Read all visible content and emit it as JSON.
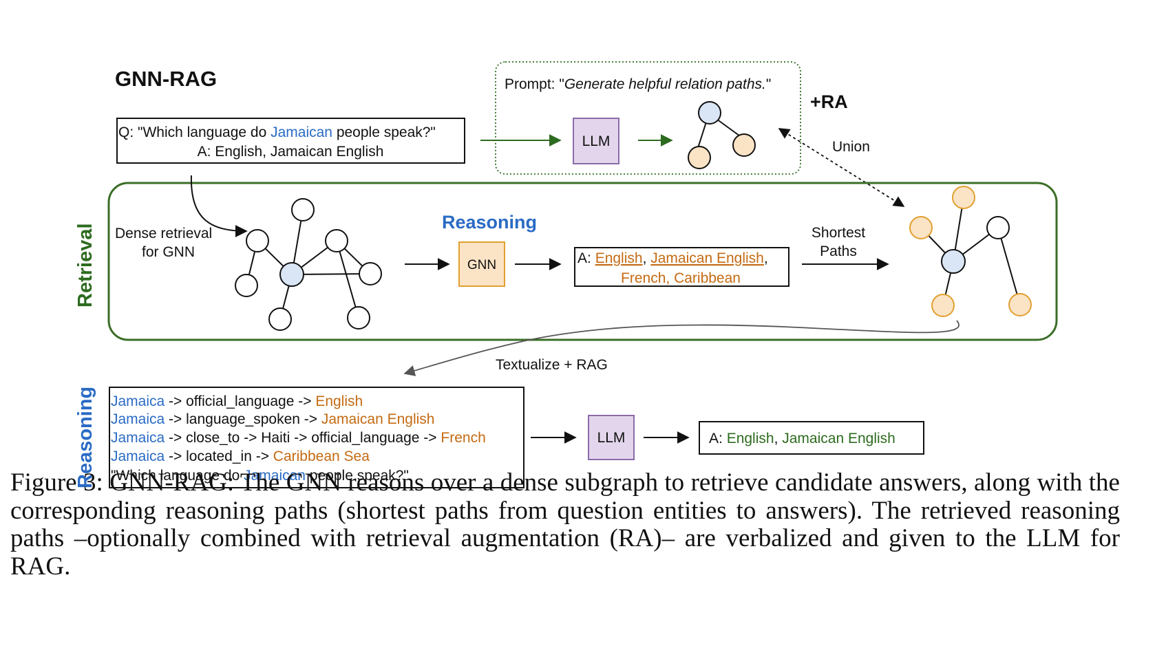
{
  "colors": {
    "blue": "#2a6bc4",
    "orange": "#c46a12",
    "green": "#2d6b1f",
    "node_blue": "#dae6f6",
    "node_orange": "#fbe3c5",
    "node_orange_stroke": "#e0a030",
    "box_purple": "#e3d6ec",
    "box_orange": "#fbe3c5",
    "frame_green": "#3a6e26"
  },
  "title": "GNN-RAG",
  "question": {
    "q_prefix": "Q: \"Which language do ",
    "q_entity": "Jamaican",
    "q_suffix": " people speak?\"",
    "answer": "A: English, Jamaican English"
  },
  "prompt": {
    "prefix": "Prompt: \"",
    "text": "Generate helpful relation paths.",
    "suffix": "\""
  },
  "llm_label": "LLM",
  "gnn_label": "GNN",
  "ra_label": "+RA",
  "union_label": "Union",
  "retrieval_label": "Retrieval",
  "reasoning_side_label": "Reasoning",
  "reasoning_title": "Reasoning",
  "dense_retrieval": [
    "Dense retrieval",
    "for GNN"
  ],
  "candidates": {
    "prefix": "A: ",
    "items": [
      "English",
      "Jamaican English",
      "French",
      "Caribbean"
    ]
  },
  "shortest_paths": [
    "Shortest",
    "Paths"
  ],
  "textualize_label": "Textualize + RAG",
  "paths": [
    {
      "entity": "Jamaica",
      "middle": " -> official_language -> ",
      "answer": "English"
    },
    {
      "entity": "Jamaica",
      "middle": " -> language_spoken -> ",
      "answer": "Jamaican English"
    },
    {
      "entity": "Jamaica",
      "middle": " -> close_to -> Haiti -> official_language -> ",
      "answer": "French"
    },
    {
      "entity": "Jamaica",
      "middle": " -> located_in -> ",
      "answer": "Caribbean Sea"
    }
  ],
  "final_question": {
    "prefix": "\"Which language do ",
    "entity": "Jamaican",
    "suffix": " people speak?\""
  },
  "final_answer": {
    "prefix": "A: ",
    "a1": "English",
    "sep": ", ",
    "a2": "Jamaican English"
  },
  "caption": {
    "label": "Figure 3: ",
    "method": "GNN-RAG",
    "text": ": The GNN reasons over a dense subgraph to retrieve candidate answers, along with the corresponding reasoning paths (shortest paths from question entities to answers). The retrieved reasoning paths –optionally combined with retrieval augmentation (RA)– are verbalized and given to the LLM for RAG."
  }
}
